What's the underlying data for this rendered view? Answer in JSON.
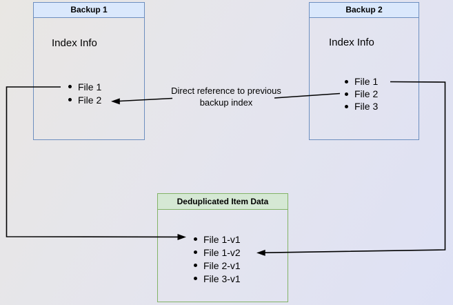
{
  "colors": {
    "blue_border": "#6c8ebf",
    "blue_header_fill": "#dae8fc",
    "green_border": "#82b366",
    "green_header_fill": "#d5e8d4",
    "arrow": "#000000",
    "text": "#000000",
    "background_start": "#e9e7e3",
    "background_end": "#dee1f5"
  },
  "backup1": {
    "title": "Backup 1",
    "section_label": "Index Info",
    "files": [
      "File 1",
      "File 2"
    ]
  },
  "backup2": {
    "title": "Backup 2",
    "section_label": "Index Info",
    "files": [
      "File 1",
      "File 2",
      "File 3"
    ]
  },
  "dedup": {
    "title": "Deduplicated Item Data",
    "files": [
      "File 1-v1",
      "File 1-v2",
      "File 2-v1",
      "File 3-v1"
    ]
  },
  "annotation": {
    "label": "Direct reference to\nprevious backup index"
  }
}
